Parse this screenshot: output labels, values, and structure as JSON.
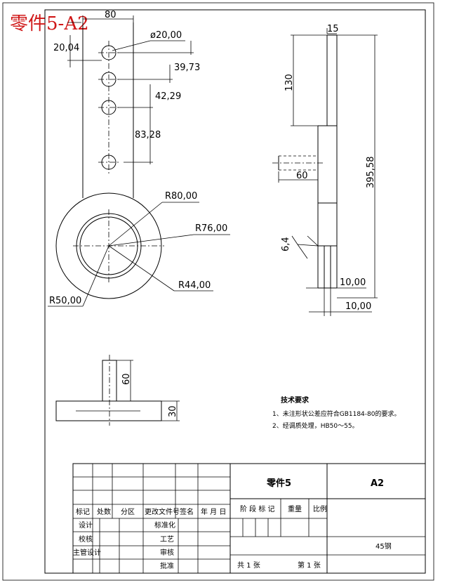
{
  "header_label": "零件5-A2",
  "dimensions": {
    "width_80": "80",
    "hole_dia": "ø20,00",
    "top_offset": "20,04",
    "spacing_1": "39,73",
    "spacing_2": "42,29",
    "spacing_3": "83,28",
    "r80": "R80,00",
    "r76": "R76,00",
    "r44": "R44,00",
    "r50": "R50,00",
    "w15": "15",
    "h130": "130",
    "w60": "60",
    "h395": "395,58",
    "roughness": "6,4",
    "t10a": "10,00",
    "t10b": "10,00",
    "h60": "60",
    "h30": "30"
  },
  "tech_notes": {
    "title": "技术要求",
    "line1": "1、未注形状公差应符合GB1184-80的要求。",
    "line2": "2、经调质处理，HB50～55。"
  },
  "title_block": {
    "part_name": "零件5",
    "sheet_code": "A2",
    "material": "45钢",
    "h_mark": "标记",
    "h_count": "处数",
    "h_zone": "分区",
    "h_doc": "更改文件号",
    "h_sign": "签名",
    "h_date": "年 月 日",
    "h_design": "设计",
    "h_std": "标准化",
    "h_check": "校核",
    "h_process": "工艺",
    "h_chief": "主管设计",
    "h_review": "审核",
    "h_approve": "批准",
    "h_stage": "阶 段 标 记",
    "h_weight": "重量",
    "h_scale": "比例",
    "total_sheets": "共 1 张",
    "sheet_no": "第 1 张"
  }
}
